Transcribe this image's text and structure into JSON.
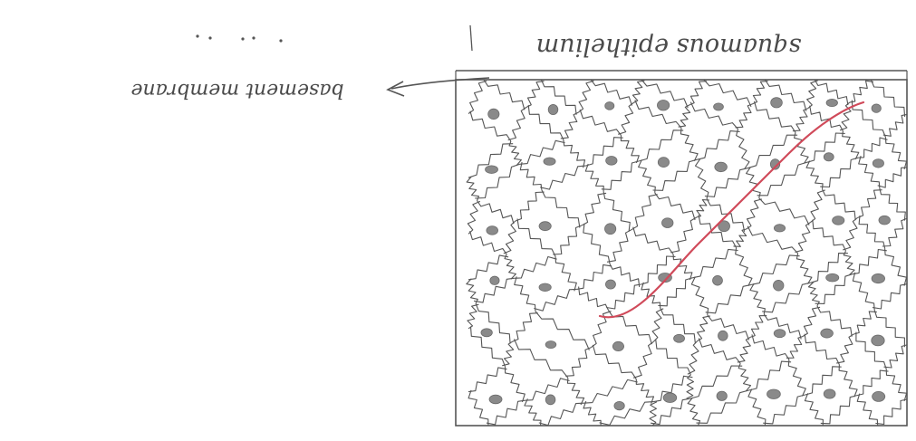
{
  "drawing": {
    "title_label": "squamous epithelium",
    "pointer_label": "basement membrane",
    "label_orientation": "upside-down",
    "pencil_color": "#555555",
    "highlight_color": "#d04a5a",
    "nucleus_color": "#8a8a8a"
  }
}
